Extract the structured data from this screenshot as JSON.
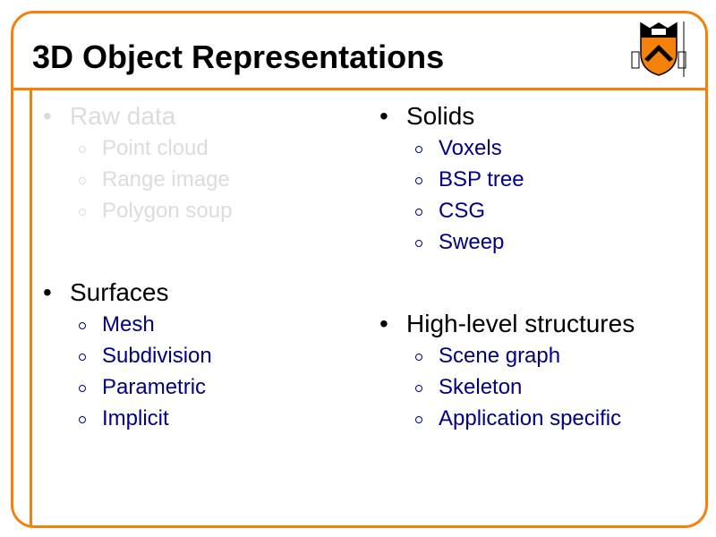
{
  "slide": {
    "title": "3D Object Representations",
    "logo_text": "Princeton University shield",
    "accent_color": "#f5800a",
    "left_column": [
      {
        "label": "Raw data",
        "dimmed": true,
        "items": [
          "Point cloud",
          "Range image",
          "Polygon soup"
        ]
      },
      {
        "label": "Surfaces",
        "dimmed": false,
        "items": [
          "Mesh",
          "Subdivision",
          "Parametric",
          "Implicit"
        ]
      }
    ],
    "right_column": [
      {
        "label": "Solids",
        "dimmed": false,
        "items": [
          "Voxels",
          "BSP tree",
          "CSG",
          "Sweep"
        ]
      },
      {
        "label": "High-level structures",
        "dimmed": false,
        "items": [
          "Scene graph",
          "Skeleton",
          "Application specific"
        ]
      }
    ]
  }
}
